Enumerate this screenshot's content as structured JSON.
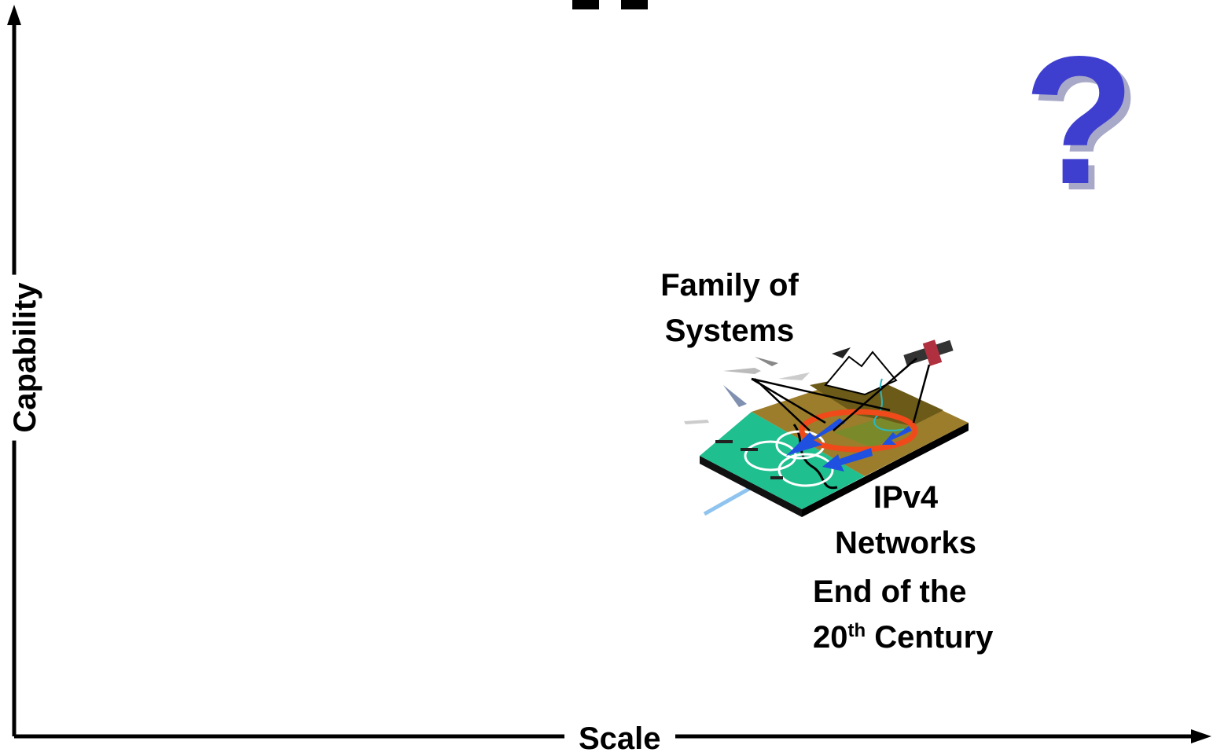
{
  "axes": {
    "y_label": "Capability",
    "x_label": "Scale"
  },
  "labels": {
    "family_line1": "Family of",
    "family_line2": "Systems",
    "ipv4_line1": "IPv4",
    "ipv4_line2": "Networks",
    "era_line1": "End of the",
    "era_number": "20",
    "era_suffix": "th",
    "era_word": " Century",
    "question_mark": "?"
  },
  "colors": {
    "axis": "#000000",
    "question_fill": "#3f3fcf",
    "question_shadow": "#a8a8c8",
    "sea": "#1fbf8f",
    "land_dark": "#6b5a18",
    "land_mid": "#9b7d2b",
    "orange_ring": "#f04a1a",
    "blue_arrow": "#1f50e0",
    "connector_line": "#8fc4f0"
  }
}
